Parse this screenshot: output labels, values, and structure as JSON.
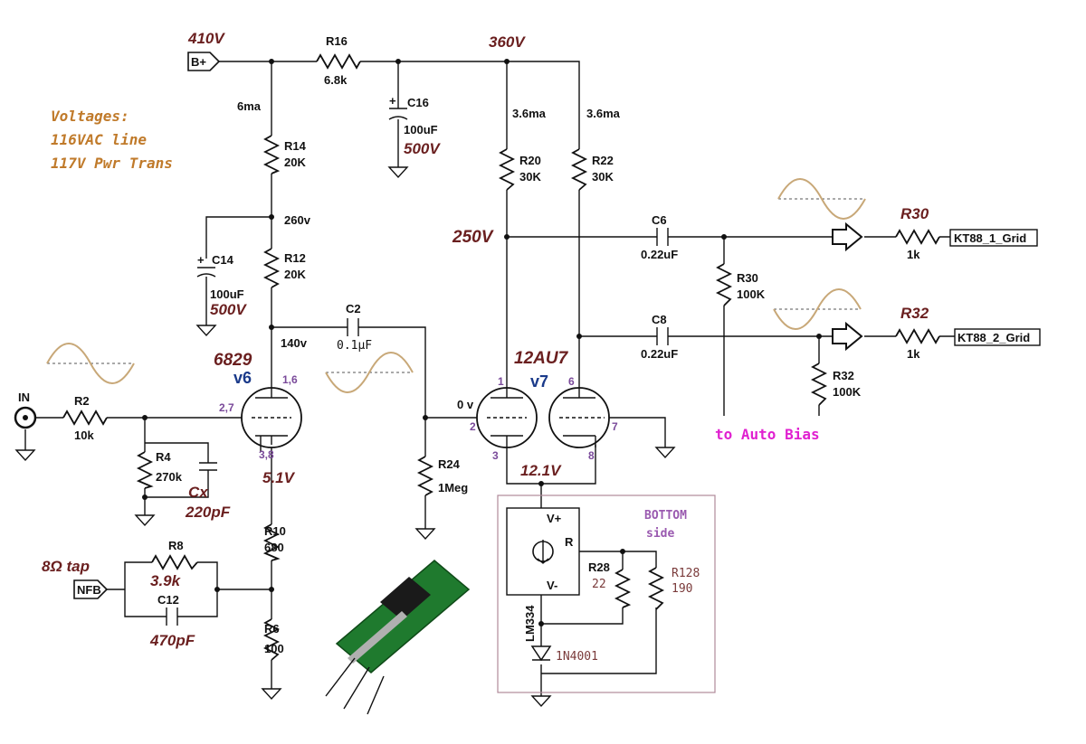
{
  "voltages": {
    "b_plus": "410V",
    "r16_out": "360V",
    "c14_node": "260v",
    "v6_plate": "140v",
    "v7_plate": "250V",
    "v6_cathode": "5.1V",
    "v7_cathode": "12.1V",
    "v7_grid": "0 v"
  },
  "currents": {
    "v6": "6ma",
    "r20": "3.6ma",
    "r22": "3.6ma"
  },
  "notes": {
    "title": "Voltages:",
    "line1": "116VAC line",
    "line2": "117V Pwr Trans"
  },
  "connectors": {
    "b_plus": "B+",
    "nfb": "NFB",
    "input": "IN",
    "tap": "8Ω tap"
  },
  "resistors": {
    "r16": {
      "name": "R16",
      "value": "6.8k"
    },
    "r14": {
      "name": "R14",
      "value": "20K"
    },
    "r12": {
      "name": "R12",
      "value": "20K"
    },
    "r20": {
      "name": "R20",
      "value": "30K"
    },
    "r22": {
      "name": "R22",
      "value": "30K"
    },
    "r2": {
      "name": "R2",
      "value": "10k"
    },
    "r4": {
      "name": "R4",
      "value": "270k"
    },
    "r24": {
      "name": "R24",
      "value": "1Meg"
    },
    "r10": {
      "name": "R10",
      "value": "680"
    },
    "r6": {
      "name": "R6",
      "value": "100"
    },
    "r8": {
      "name": "R8",
      "value": "3.9k"
    },
    "r30": {
      "name": "R30",
      "value": "100K"
    },
    "r32": {
      "name": "R32",
      "value": "100K"
    },
    "r30_out": {
      "name": "R30",
      "value": "1k"
    },
    "r32_out": {
      "name": "R32",
      "value": "1k"
    },
    "r28": {
      "name": "R28",
      "value": "22"
    },
    "r128": {
      "name": "R128",
      "value": "190"
    }
  },
  "capacitors": {
    "c16": {
      "name": "C16",
      "value": "100uF",
      "rating": "500V"
    },
    "c14": {
      "name": "C14",
      "value": "100uF",
      "rating": "500V"
    },
    "c2": {
      "name": "C2",
      "value": "0.1µF"
    },
    "c6": {
      "name": "C6",
      "value": "0.22uF"
    },
    "c8": {
      "name": "C8",
      "value": "0.22uF"
    },
    "cx": {
      "name": "Cx",
      "value": "220pF"
    },
    "c12": {
      "name": "C12",
      "value": "470pF"
    }
  },
  "tubes": {
    "v6": {
      "name": "v6",
      "type": "6829",
      "plate_pins": "1,6",
      "grid_pins": "2,7",
      "cathode_pins": "3,8"
    },
    "v7": {
      "name": "v7",
      "type": "12AU7",
      "pin1": "1",
      "pin2": "2",
      "pin3": "3",
      "pin6": "6",
      "pin7": "7",
      "pin8": "8"
    }
  },
  "outputs": {
    "out1": "KT88_1_Grid",
    "out2": "KT88_2_Grid"
  },
  "bias": {
    "label": "to Auto Bias"
  },
  "lm334": {
    "chip": "LM334",
    "vplus": "V+",
    "vminus": "V-",
    "r": "R",
    "side1": "BOTTOM",
    "side2": "side",
    "diode": "1N4001"
  },
  "colors": {
    "wave": "#c8a878",
    "accent_voltage": "#6a1f1f",
    "tube_label": "#1a3a8a",
    "pink": "#e020d0",
    "purple": "#9a5ab0"
  }
}
